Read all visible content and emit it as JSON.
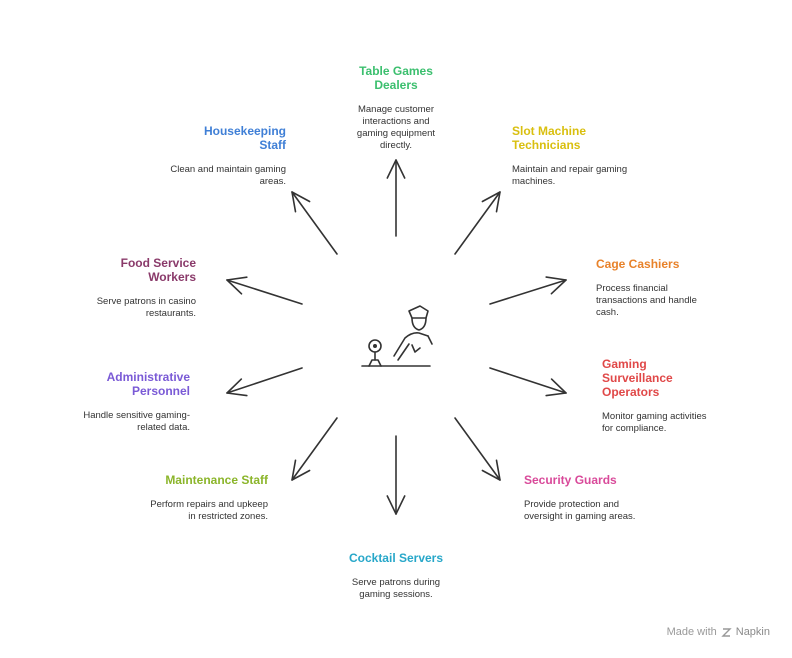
{
  "center_icon": "casino-staff-icon",
  "nodes": [
    {
      "id": "table-games-dealers",
      "title": "Table Games\nDealers",
      "description": "Manage customer interactions and gaming equipment directly.",
      "color": "#3bbf6e"
    },
    {
      "id": "slot-machine-technicians",
      "title": "Slot Machine\nTechnicians",
      "description": "Maintain and repair gaming machines.",
      "color": "#d9bf0f"
    },
    {
      "id": "cage-cashiers",
      "title": "Cage Cashiers",
      "description": "Process financial transactions and handle cash.",
      "color": "#e8822a"
    },
    {
      "id": "gaming-surveillance-operators",
      "title": "Gaming\nSurveillance\nOperators",
      "description": "Monitor gaming activities for compliance.",
      "color": "#e04848"
    },
    {
      "id": "security-guards",
      "title": "Security Guards",
      "description": "Provide protection and oversight in gaming areas.",
      "color": "#d94a9a"
    },
    {
      "id": "cocktail-servers",
      "title": "Cocktail Servers",
      "description": "Serve patrons during gaming sessions.",
      "color": "#27a7c9"
    },
    {
      "id": "maintenance-staff",
      "title": "Maintenance Staff",
      "description": "Perform repairs and upkeep in restricted zones.",
      "color": "#8bb52a"
    },
    {
      "id": "administrative-personnel",
      "title": "Administrative\nPersonnel",
      "description": "Handle sensitive gaming-related data.",
      "color": "#7a5ad6"
    },
    {
      "id": "food-service-workers",
      "title": "Food Service\nWorkers",
      "description": "Serve patrons in casino restaurants.",
      "color": "#8a3a6a"
    },
    {
      "id": "housekeeping-staff",
      "title": "Housekeeping\nStaff",
      "description": "Clean and maintain gaming areas.",
      "color": "#3f7fd6"
    }
  ],
  "watermark": {
    "prefix": "Made with",
    "brand": "Napkin",
    "icon": "napkin-logo-icon"
  }
}
